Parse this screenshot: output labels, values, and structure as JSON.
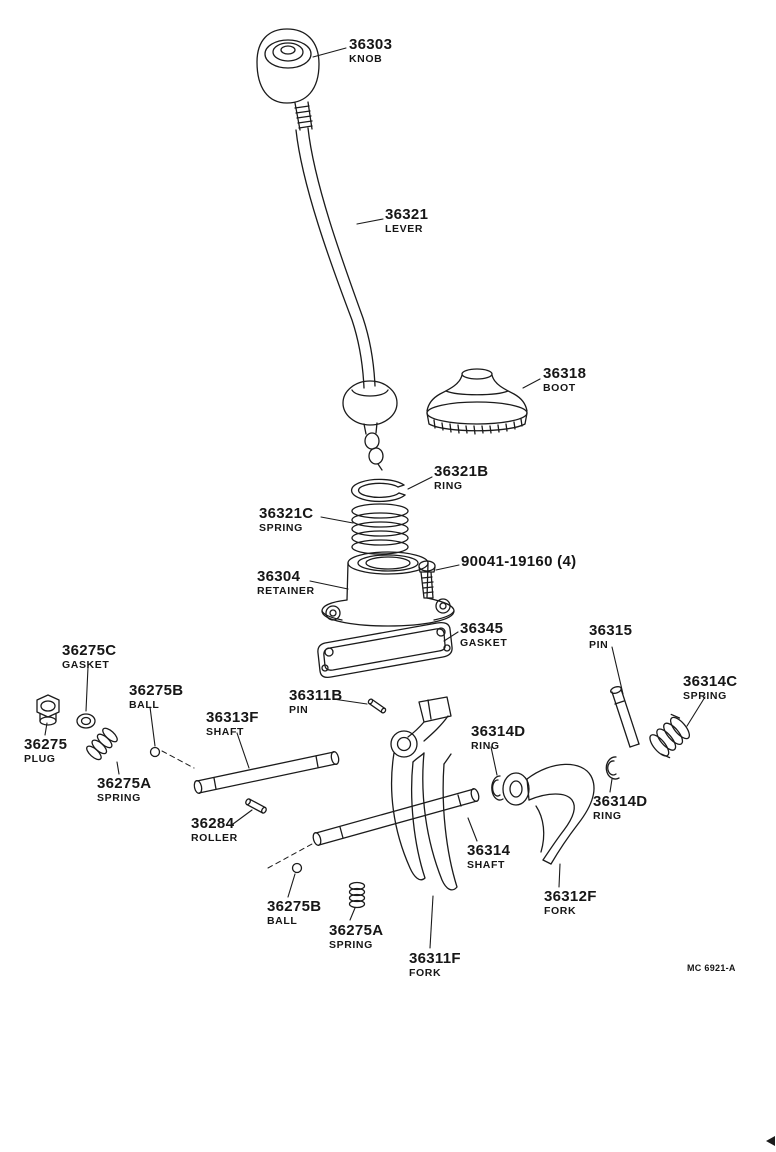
{
  "drawing_code": "MC 6921-A",
  "labels": [
    {
      "part": "36303",
      "desc": "KNOB"
    },
    {
      "part": "36321",
      "desc": "LEVER"
    },
    {
      "part": "36318",
      "desc": "BOOT"
    },
    {
      "part": "36321B",
      "desc": "RING"
    },
    {
      "part": "36321C",
      "desc": "SPRING"
    },
    {
      "part": "90041-19160 (4)",
      "desc": ""
    },
    {
      "part": "36304",
      "desc": "RETAINER"
    },
    {
      "part": "36345",
      "desc": "GASKET"
    },
    {
      "part": "36315",
      "desc": "PIN"
    },
    {
      "part": "36275C",
      "desc": "GASKET"
    },
    {
      "part": "36314C",
      "desc": "SPRING"
    },
    {
      "part": "36275B",
      "desc": "BALL"
    },
    {
      "part": "36311B",
      "desc": "PIN"
    },
    {
      "part": "36313F",
      "desc": "SHAFT"
    },
    {
      "part": "36314D",
      "desc": "RING"
    },
    {
      "part": "36275",
      "desc": "PLUG"
    },
    {
      "part": "36275A",
      "desc": "SPRING"
    },
    {
      "part": "36314D",
      "desc": "RING"
    },
    {
      "part": "36284",
      "desc": "ROLLER"
    },
    {
      "part": "36314",
      "desc": "SHAFT"
    },
    {
      "part": "36312F",
      "desc": "FORK"
    },
    {
      "part": "36275B",
      "desc": "BALL"
    },
    {
      "part": "36275A",
      "desc": "SPRING"
    },
    {
      "part": "36311F",
      "desc": "FORK"
    }
  ]
}
